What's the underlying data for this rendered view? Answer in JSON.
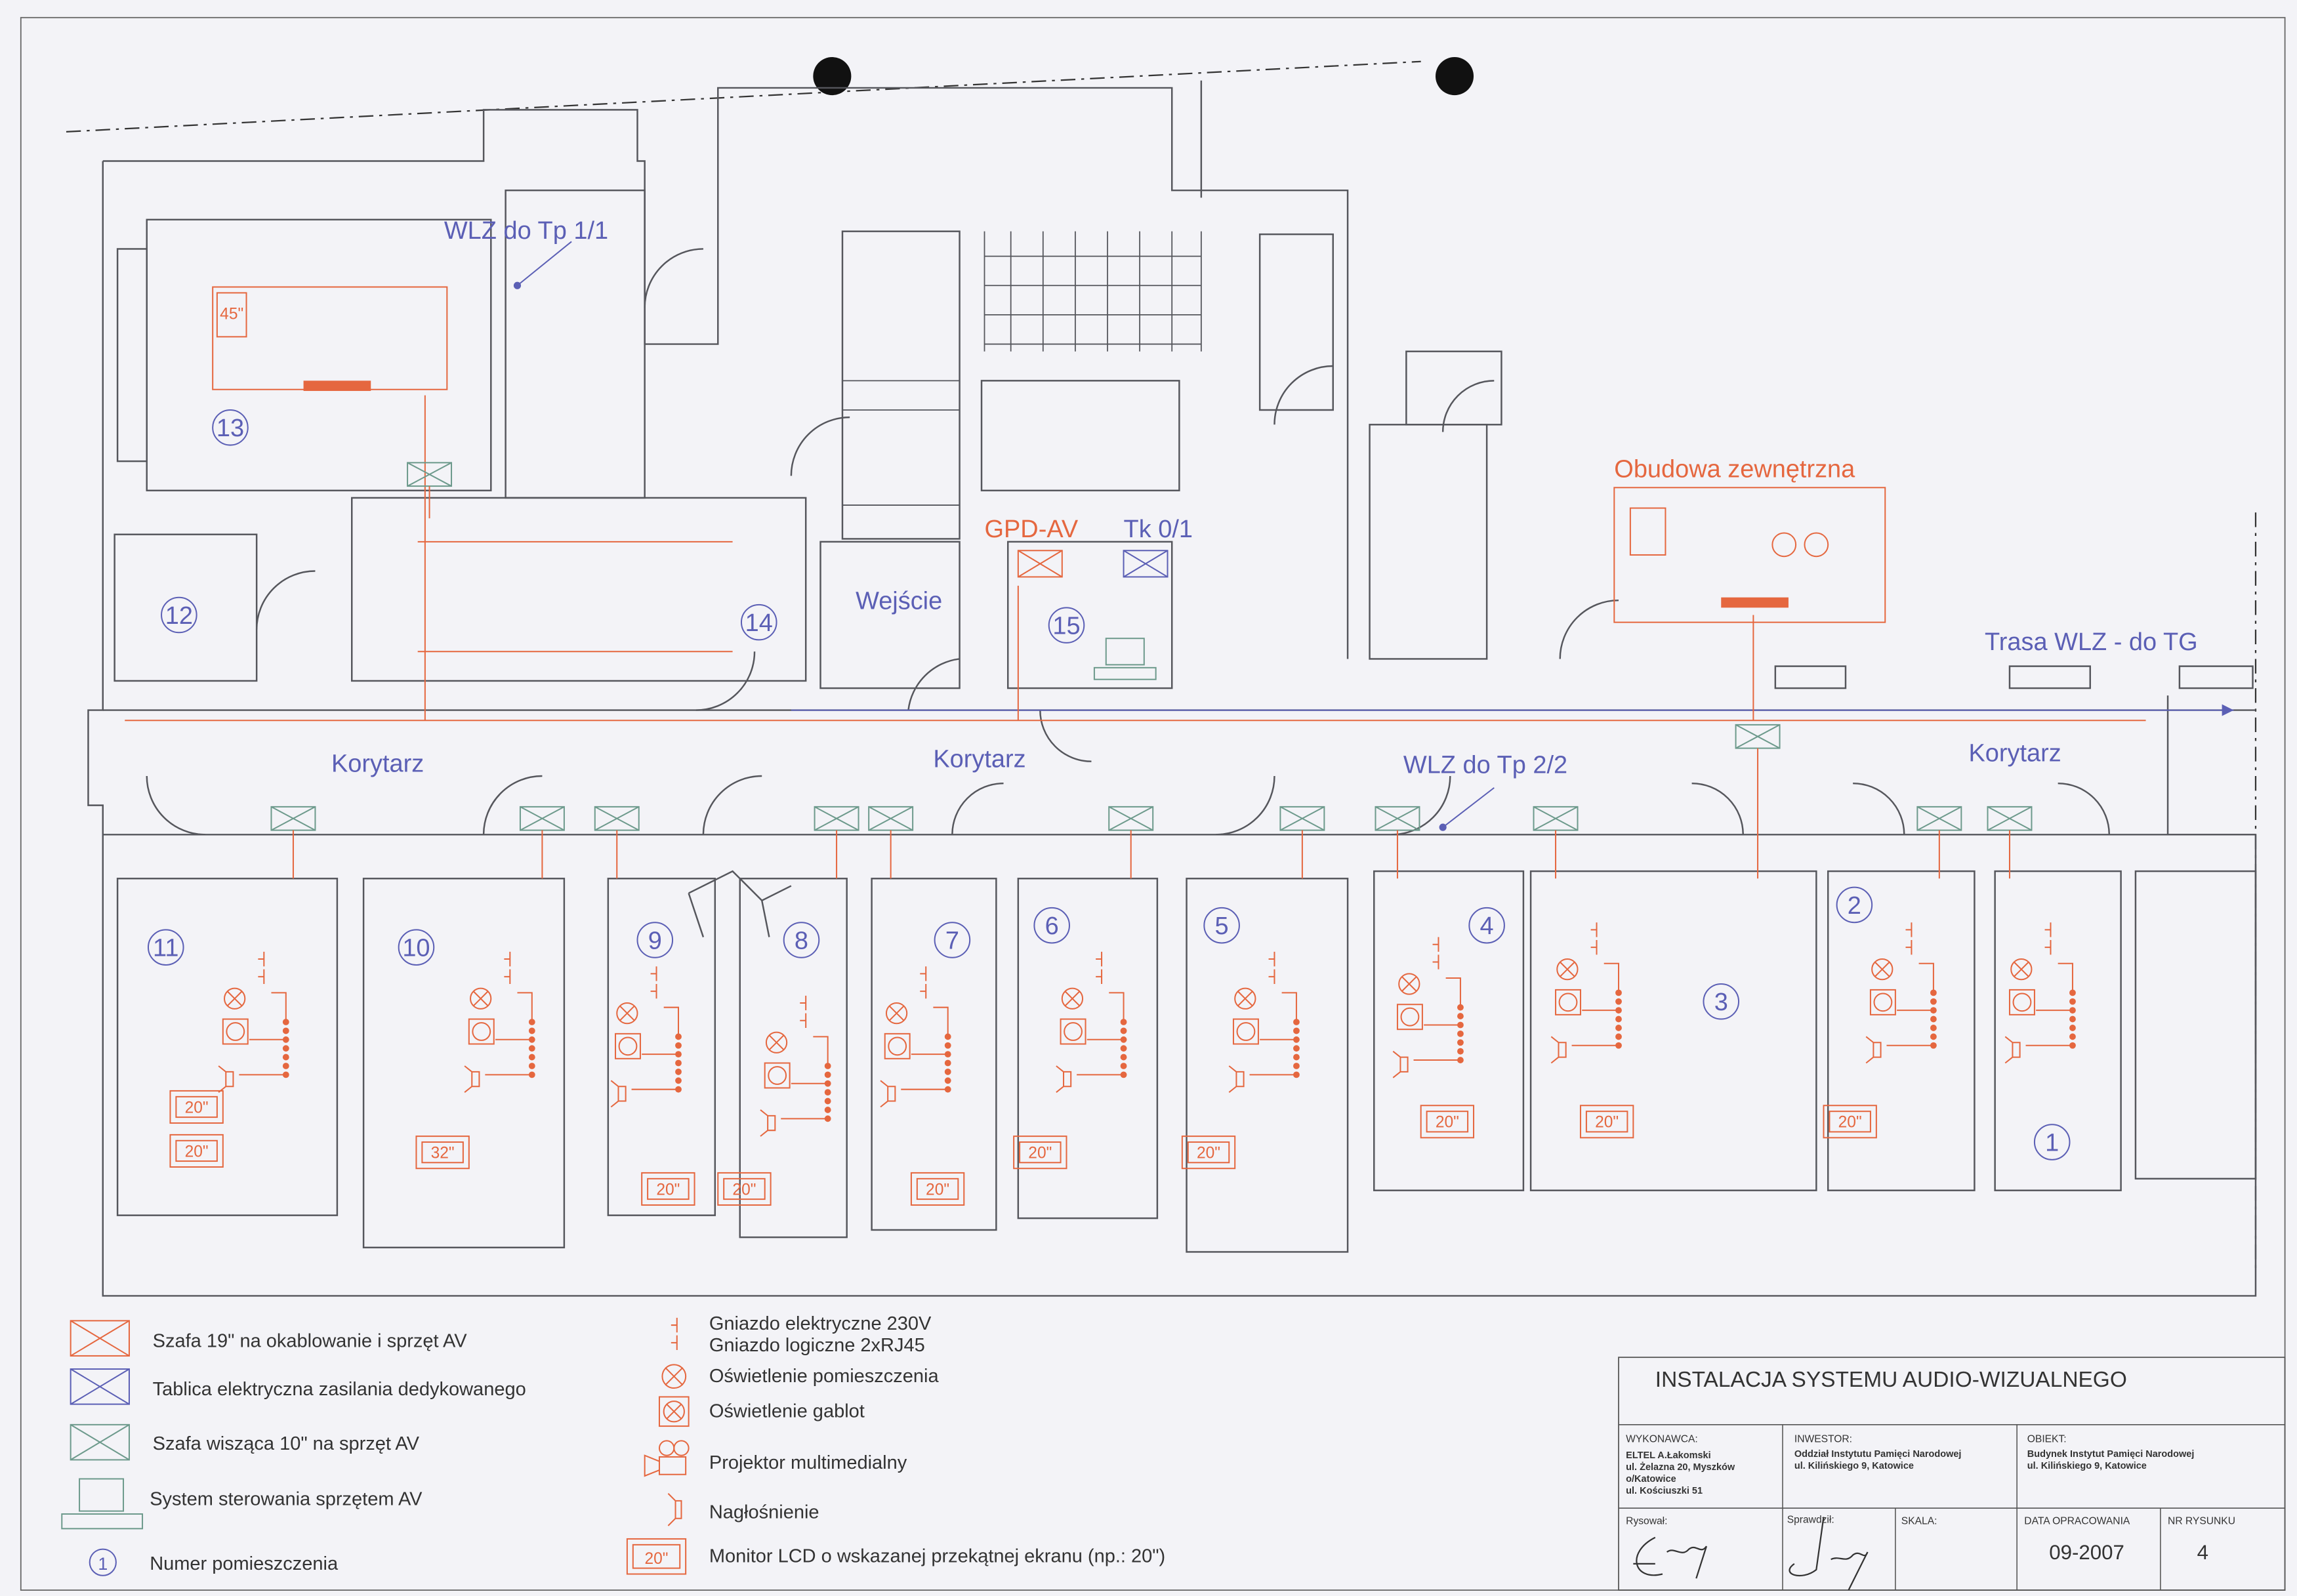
{
  "labels": {
    "wlz_tp11": "WLZ do Tp 1/1",
    "gpd_av": "GPD-AV",
    "tk01": "Tk 0/1",
    "wejscie": "Wejście",
    "korytarz_1": "Korytarz",
    "korytarz_2": "Korytarz",
    "korytarz_3": "Korytarz",
    "wlz_tp22": "WLZ do Tp 2/2",
    "obudowa": "Obudowa zewnętrzna",
    "trasa_wlz": "Trasa WLZ - do TG"
  },
  "rooms": [
    {
      "number": "1",
      "monitors": []
    },
    {
      "number": "2",
      "monitors": [
        "20\""
      ]
    },
    {
      "number": "3",
      "monitors": [
        "20\""
      ]
    },
    {
      "number": "4",
      "monitors": [
        "20\""
      ]
    },
    {
      "number": "5",
      "monitors": [
        "20\""
      ]
    },
    {
      "number": "6",
      "monitors": [
        "20\""
      ]
    },
    {
      "number": "7",
      "monitors": [
        "20\""
      ]
    },
    {
      "number": "8",
      "monitors": [
        "20\""
      ]
    },
    {
      "number": "9",
      "monitors": [
        "20\""
      ]
    },
    {
      "number": "10",
      "monitors": [
        "32\""
      ]
    },
    {
      "number": "11",
      "monitors": [
        "20\"",
        "20\""
      ]
    },
    {
      "number": "12",
      "monitors": []
    },
    {
      "number": "13",
      "monitors": [
        "45\""
      ]
    },
    {
      "number": "14",
      "monitors": []
    },
    {
      "number": "15",
      "monitors": []
    }
  ],
  "legend": {
    "left": [
      {
        "icon": "rack-19-orange",
        "label": "Szafa 19\" na okablowanie i sprzęt AV",
        "color": "#e5673f"
      },
      {
        "icon": "panel-blue",
        "label": "Tablica elektryczna zasilania dedykowanego",
        "color": "#5b5fb5"
      },
      {
        "icon": "rack-10-green",
        "label": "Szafa wisząca 10\" na sprzęt AV",
        "color": "#6d9a8c"
      },
      {
        "icon": "computer",
        "label": "System sterowania sprzętem AV",
        "color": "#6d9a8c"
      },
      {
        "icon": "room-number",
        "label": "Numer pomieszczenia",
        "sample": "1",
        "color": "#5b5fb5"
      }
    ],
    "right": [
      {
        "icon": "socket",
        "label": "Gniazdo elektryczne 230V"
      },
      {
        "icon": "socket-rj45",
        "label": "Gniazdo logiczne 2xRJ45"
      },
      {
        "icon": "light",
        "label": "Oświetlenie pomieszczenia"
      },
      {
        "icon": "display-light",
        "label": "Oświetlenie gablot"
      },
      {
        "icon": "projector",
        "label": "Projektor multimedialny"
      },
      {
        "icon": "speaker",
        "label": "Nagłośnienie"
      },
      {
        "icon": "monitor",
        "label": "Monitor LCD o wskazanej przekątnej ekranu (np.: 20\")",
        "sample": "20\""
      }
    ]
  },
  "title_block": {
    "title": "INSTALACJA SYSTEMU AUDIO-WIZUALNEGO",
    "wykonawca_label": "WYKONAWCA:",
    "wykonawca_lines": [
      "ELTEL A.Łakomski",
      "ul. Żelazna 20, Myszków",
      "o/Katowice",
      "ul. Kościuszki 51"
    ],
    "inwestor_label": "INWESTOR:",
    "inwestor_lines": [
      "Oddział Instytutu Pamięci Narodowej",
      "ul. Kilińskiego 9, Katowice"
    ],
    "obiekt_label": "OBIEKT:",
    "obiekt_lines": [
      "Budynek Instytut Pamięci Narodowej",
      "ul. Kilińskiego 9, Katowice"
    ],
    "rysowal_label": "Rysował:",
    "sprawdzil_label": "Sprawdził:",
    "skala_label": "SKALA:",
    "data_label": "DATA OPRACOWANIA",
    "data_value": "09-2007",
    "nr_label": "NR RYSUNKU",
    "nr_value": "4"
  },
  "colors": {
    "av": "#e5673f",
    "power": "#5b5fb5",
    "rack10": "#6d9a8c",
    "walls": "#55565c"
  }
}
